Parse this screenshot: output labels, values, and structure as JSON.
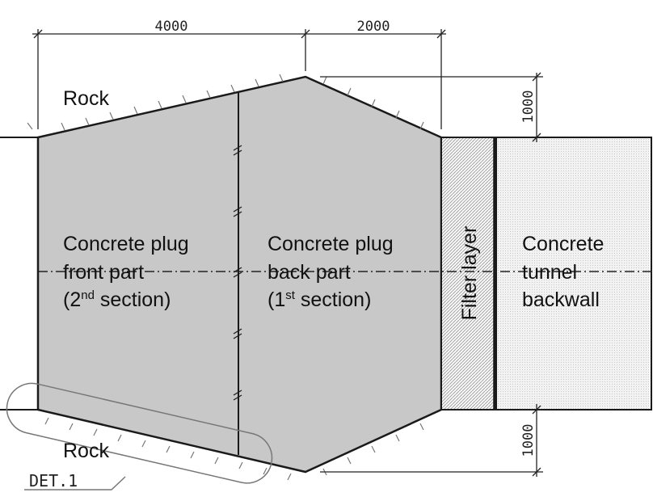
{
  "dimensions": {
    "length_front": "4000",
    "length_back": "2000",
    "height_top": "1000",
    "height_bottom": "1000"
  },
  "labels": {
    "rock_top": "Rock",
    "rock_bottom": "Rock",
    "plug_front": {
      "line1": "Concrete plug",
      "line2": "front part",
      "line3_prefix": "(2",
      "line3_sup": "nd",
      "line3_suffix": " section)"
    },
    "plug_back": {
      "line1": "Concrete plug",
      "line2": "back part",
      "line3_prefix": "(1",
      "line3_sup": "st",
      "line3_suffix": " section)"
    },
    "filter": "Filter layer",
    "backwall": {
      "line1": "Concrete",
      "line2": "tunnel",
      "line3": "backwall"
    },
    "detail": "DET.1"
  },
  "colors": {
    "concrete": "#c8c8c8",
    "outline": "#1a1a1a"
  }
}
